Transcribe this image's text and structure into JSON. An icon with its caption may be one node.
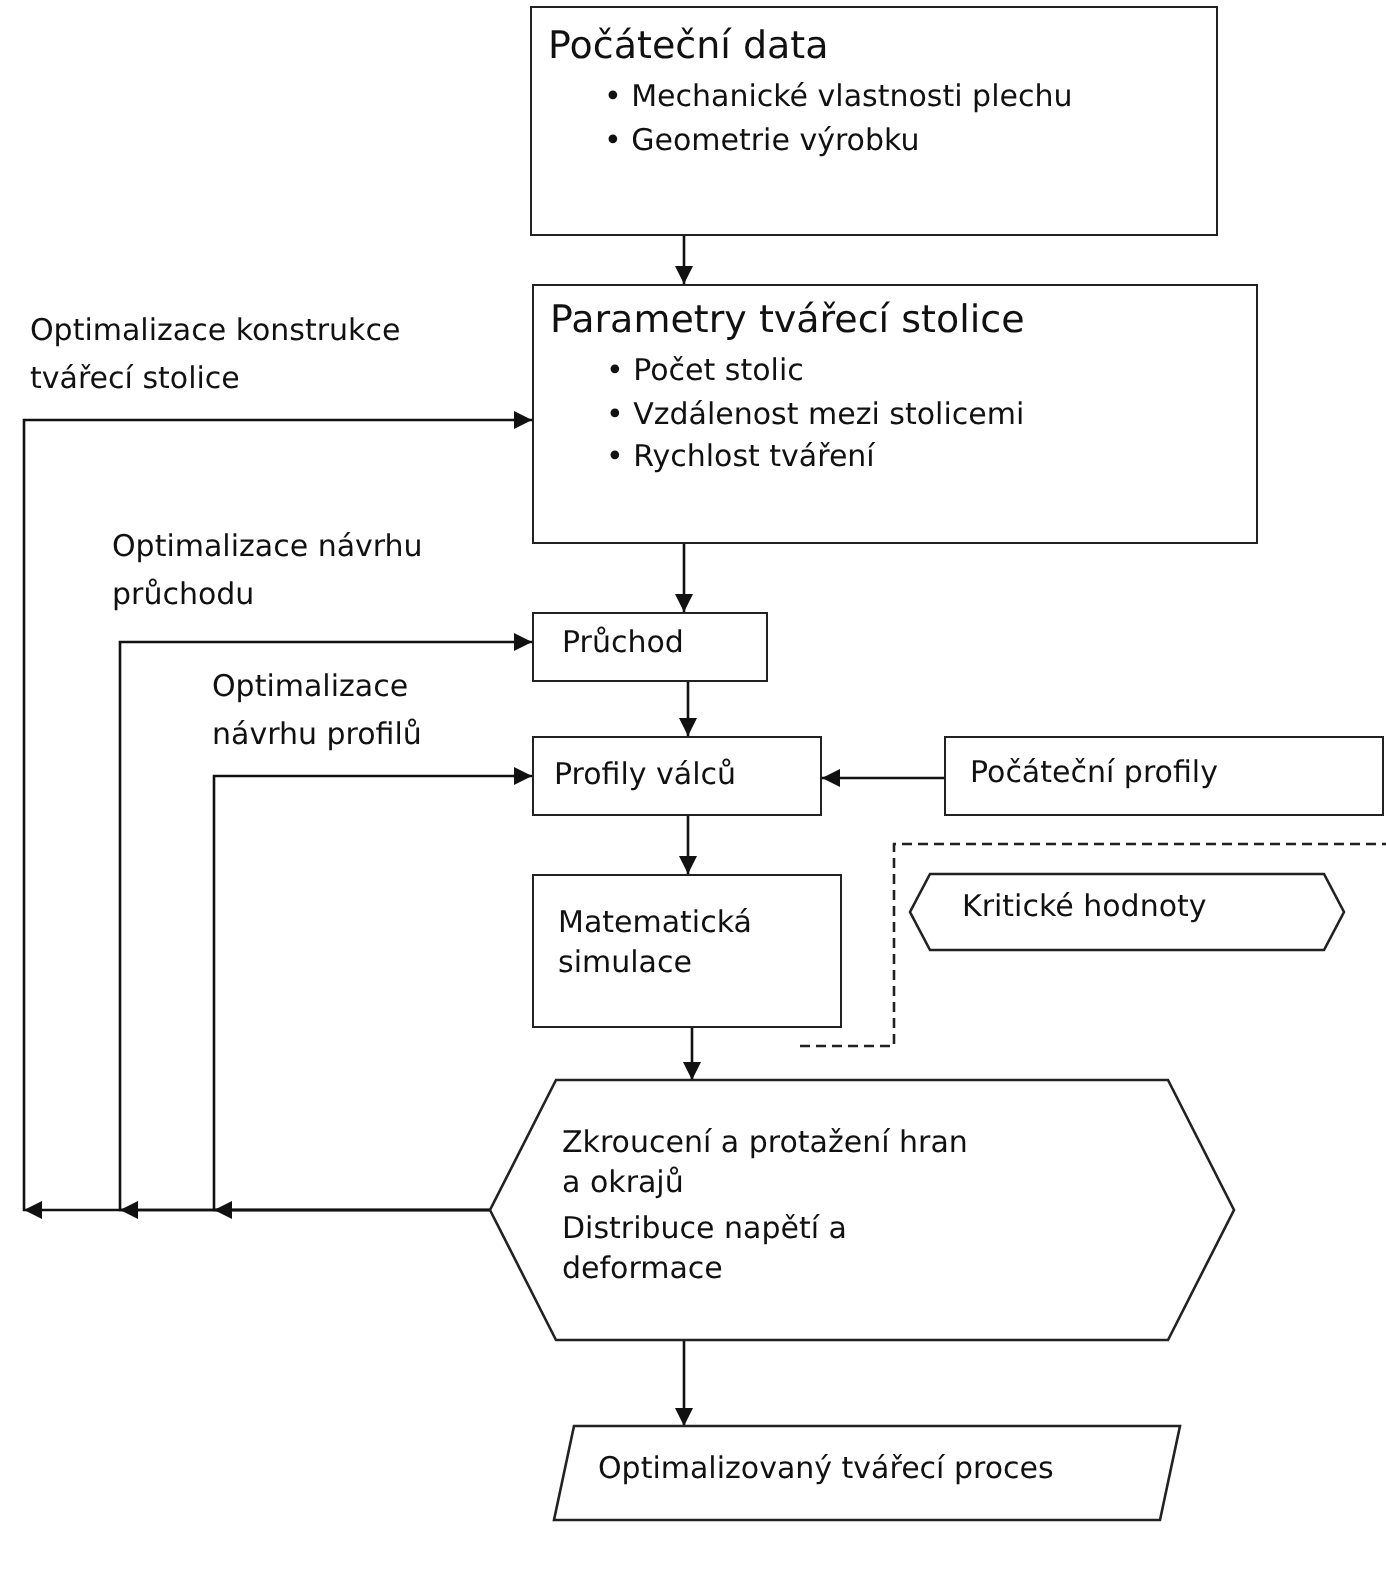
{
  "diagram": {
    "nodes": [
      {
        "text": [
          "Počáteční data",
          "• Mechanické vlastnosti plechu",
          "• Geometrie výrobku"
        ]
      },
      {
        "text": [
          "Parametry tvářecí stolice",
          "• Počet stolic",
          "• Vzdálenost mezi stolicemi",
          "• Rychlost tváření"
        ]
      },
      {
        "text": [
          "Průchod"
        ]
      },
      {
        "text": [
          "Profily válců"
        ]
      },
      {
        "text": [
          "Počáteční profily"
        ]
      },
      {
        "text": [
          "Matematická simulace"
        ]
      },
      {
        "text": [
          "Kritické hodnoty"
        ]
      },
      {
        "text": [
          "Zkroucení a protažení hran a okrajů",
          "Distribuce napětí a deformace"
        ]
      },
      {
        "text": [
          "Optimalizovaný tvářecí proces"
        ]
      }
    ],
    "edges": [
      {
        "from": 0,
        "to": 1,
        "arrow": "to"
      },
      {
        "from": 1,
        "to": 2,
        "arrow": "to"
      },
      {
        "from": 2,
        "to": 3,
        "arrow": "to"
      },
      {
        "from": 4,
        "to": 3,
        "arrow": "to"
      },
      {
        "from": 3,
        "to": 5,
        "arrow": "to"
      },
      {
        "from": 5,
        "to": 7,
        "arrow": "to"
      },
      {
        "from": 7,
        "to": 8,
        "arrow": "to"
      },
      {
        "from": 7,
        "to": 1,
        "arrow": "to",
        "label": "Optimalizace konstrukce tvářecí stolice"
      },
      {
        "from": 7,
        "to": 2,
        "arrow": "to",
        "label": "Optimalizace návrhu průchodu"
      },
      {
        "from": 7,
        "to": 3,
        "arrow": "to",
        "label": "Optimalizace návrhu profilů"
      }
    ]
  }
}
